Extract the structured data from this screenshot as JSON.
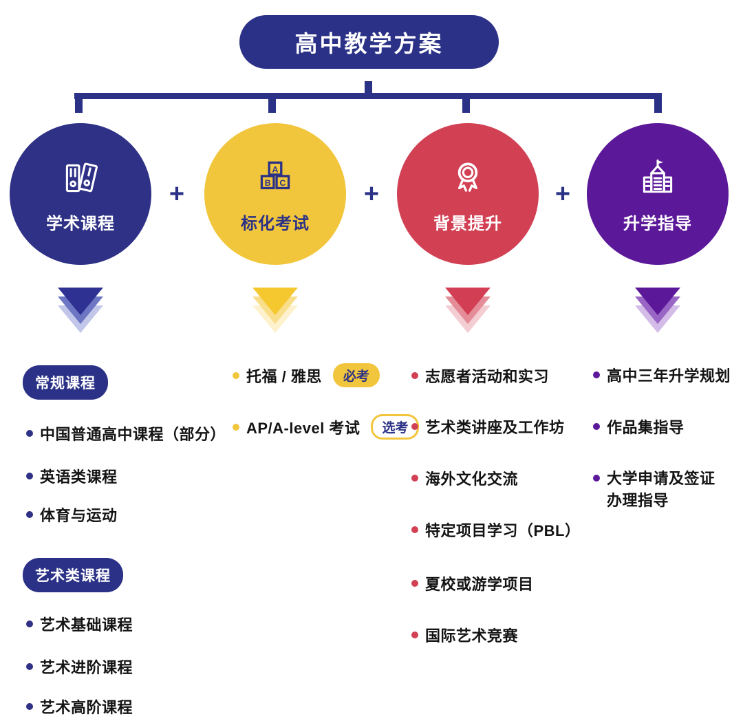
{
  "title": "高中教学方案",
  "plus": "+",
  "branches": [
    {
      "label": "学术课程"
    },
    {
      "label": "标化考试"
    },
    {
      "label": "背景提升"
    },
    {
      "label": "升学指导"
    }
  ],
  "abc": {
    "a": "A",
    "b": "B",
    "c": "C"
  },
  "academic": {
    "badge1": "常规课程",
    "group1": [
      "中国普通高中课程（部分）",
      "英语类课程",
      "体育与运动"
    ],
    "badge2": "艺术类课程",
    "group2": [
      "艺术基础课程",
      "艺术进阶课程",
      "艺术高阶课程"
    ]
  },
  "tests": {
    "item1": "托福 / 雅思",
    "tag1": "必考",
    "item2": "AP/A-level 考试",
    "tag2": "选考"
  },
  "background": [
    "志愿者活动和实习",
    "艺术类讲座及工作坊",
    "海外文化交流",
    "特定项目学习（PBL）",
    "夏校或游学项目",
    "国际艺术竞赛"
  ],
  "guidance": {
    "item1": "高中三年升学规划",
    "item2": "作品集指导",
    "item3_line1": "大学申请及签证",
    "item3_line2": "办理指导"
  },
  "colors": {
    "navy": "#2b3186",
    "yellow": "#f2c63c",
    "red": "#d24054",
    "purple": "#5b1899",
    "text": "#141414"
  }
}
